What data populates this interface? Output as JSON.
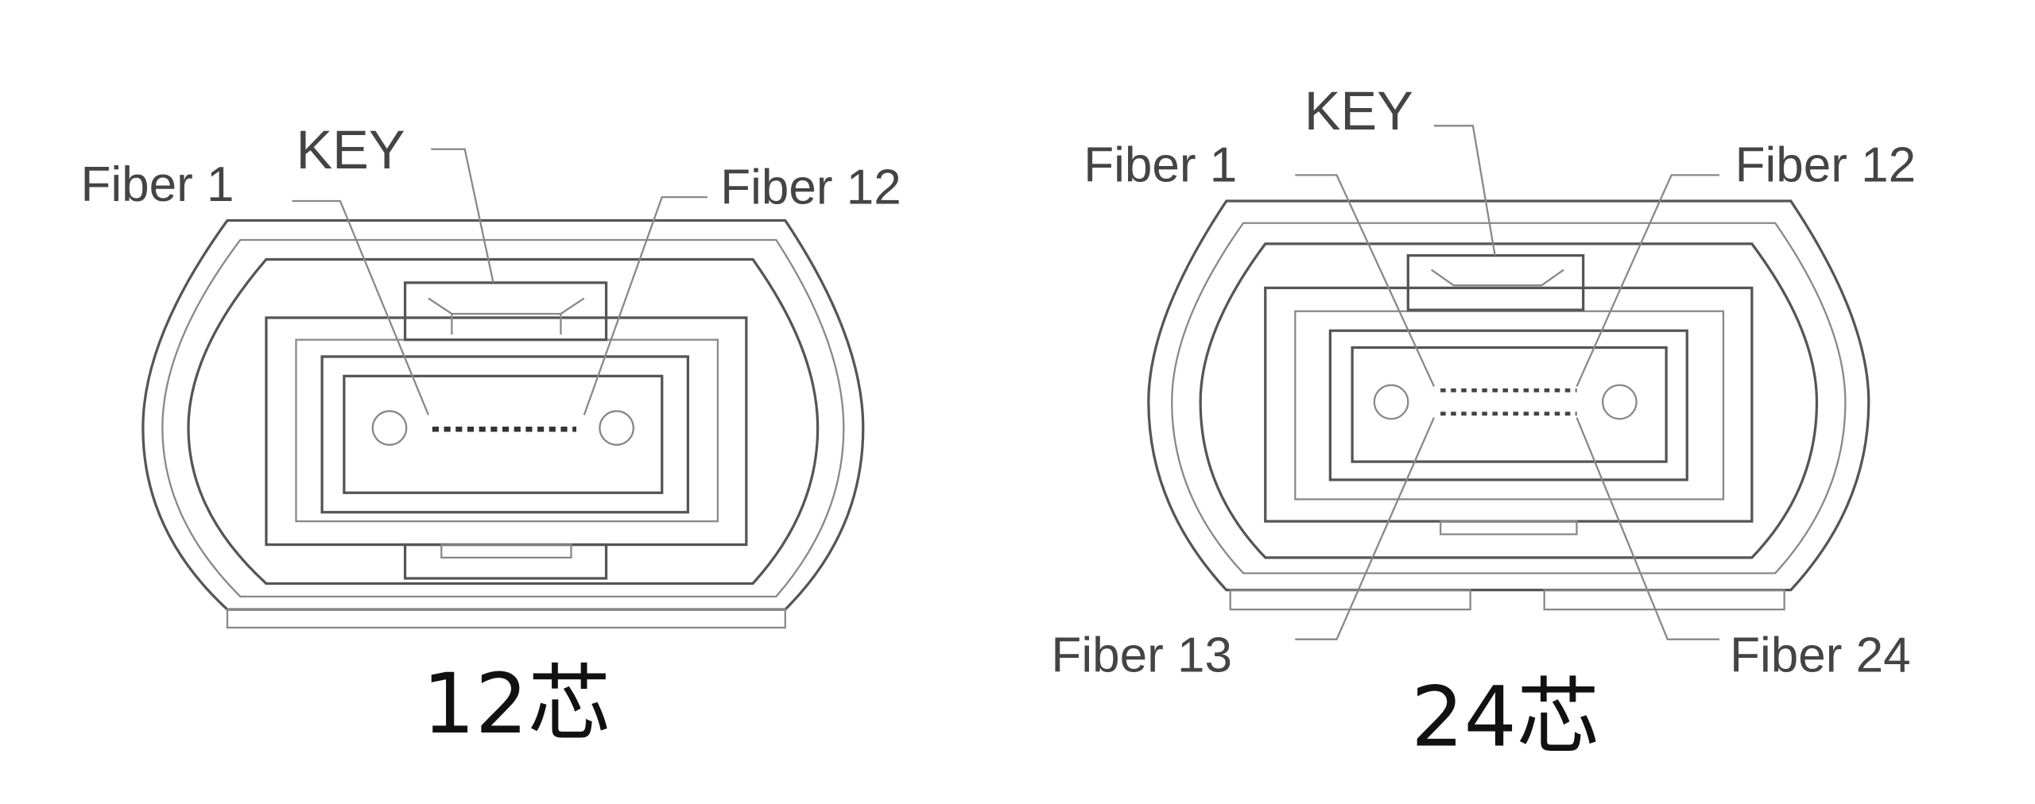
{
  "left": {
    "caption": "12芯",
    "key_label": "KEY",
    "fiber_first": "Fiber 1",
    "fiber_last": "Fiber 12",
    "fiber_count": 12
  },
  "right": {
    "caption": "24芯",
    "key_label": "KEY",
    "fiber_1": "Fiber 1",
    "fiber_12": "Fiber 12",
    "fiber_13": "Fiber 13",
    "fiber_24": "Fiber 24",
    "fiber_count": 24
  }
}
